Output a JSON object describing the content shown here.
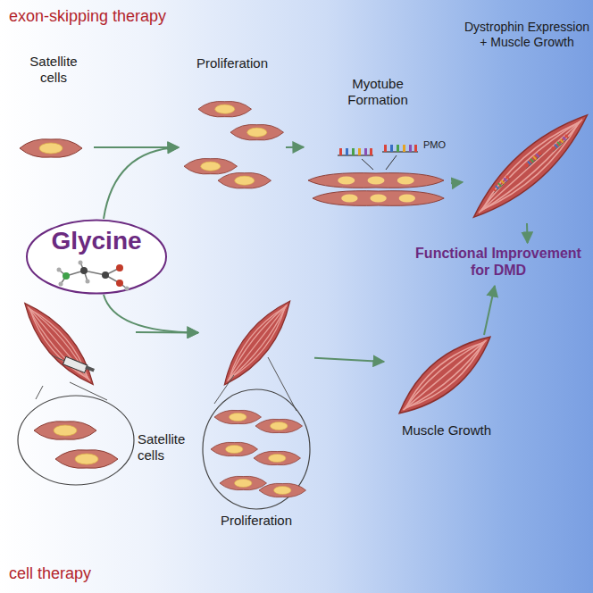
{
  "diagram": {
    "nodes": [
      {
        "text": [
          "Satellite cells"
        ]
      },
      {
        "text": [
          "Proliferation"
        ]
      },
      {
        "text": [
          "Myotube Formation"
        ]
      },
      {
        "text": [
          "Dystrophin Expression + Muscle Growth"
        ]
      },
      {
        "text": [
          "Glycine"
        ]
      },
      {
        "text": [
          "Functional Improvement for DMD"
        ]
      },
      {
        "text": [
          "Satellite cells"
        ]
      },
      {
        "text": [
          "Proliferation"
        ]
      },
      {
        "text": [
          "Muscle Growth"
        ]
      }
    ],
    "edges": [
      {
        "from": 0,
        "to": 1,
        "arrow": "to"
      },
      {
        "from": 4,
        "to": 1,
        "arrow": "to"
      },
      {
        "from": 1,
        "to": 2,
        "arrow": "to"
      },
      {
        "from": 2,
        "to": 3,
        "arrow": "to"
      },
      {
        "from": 3,
        "to": 5,
        "arrow": "to"
      },
      {
        "from": 6,
        "to": 7,
        "arrow": "to"
      },
      {
        "from": 4,
        "to": 7,
        "arrow": "to"
      },
      {
        "from": 7,
        "to": 8,
        "arrow": "to"
      },
      {
        "from": 8,
        "to": 5,
        "arrow": "to"
      }
    ],
    "labels": [
      "exon-skipping therapy",
      "cell therapy",
      "PMO"
    ]
  }
}
